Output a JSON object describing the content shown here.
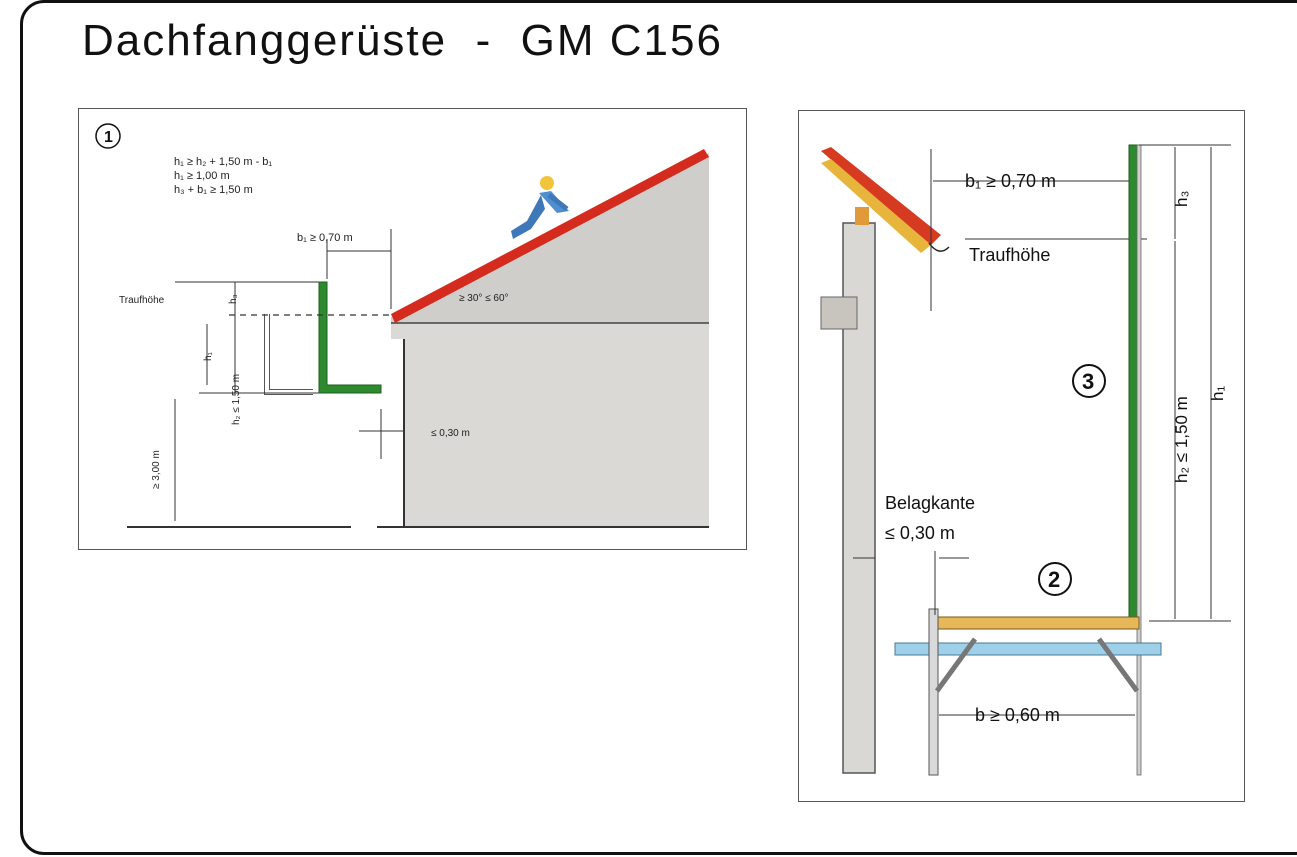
{
  "title": "Dachfanggerüste  -  GM C156",
  "panel1": {
    "number": "1",
    "formula1": "h₁ ≥ h₂ + 1,50 m - b₁",
    "formula2": "h₁ ≥ 1,00 m",
    "formula3": "h₃ + b₁ ≥ 1,50 m",
    "b1_label": "b₁ ≥ 0,70 m",
    "traufhoehe": "Traufhöhe",
    "h3_label": "h₃",
    "h1_label": "h₁",
    "h2_label": "h₂ ≤ 1,50 m",
    "height_label": "≥ 3,00 m",
    "angle_label": "≥ 30° ≤ 60°",
    "gap_label": "≤ 0,30 m"
  },
  "panel2": {
    "b1_label": "b₁ ≥ 0,70 m",
    "traufhoehe": "Traufhöhe",
    "h3_label": "h₃",
    "h2_label": "h₂ ≤ 1,50 m",
    "h1_label": "h₁",
    "marker3": "3",
    "marker2": "2",
    "belagkante": "Belagkante",
    "gap_label": "≤ 0,30 m",
    "b_label": "b ≥ 0,60 m"
  }
}
